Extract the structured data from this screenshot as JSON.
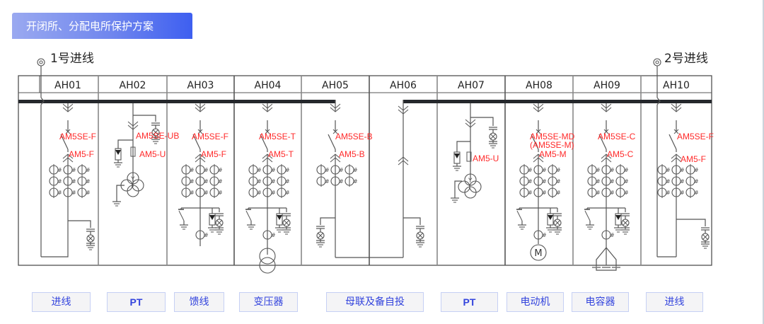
{
  "title": "开闭所、分配电所保护方案",
  "incoming": {
    "left_label": "1号进线",
    "right_label": "2号进线"
  },
  "cabinets": [
    {
      "id": "AH01",
      "relay_labels": [
        "AM5SE-F"
      ],
      "meter_label": "AM5-F",
      "type": "进线"
    },
    {
      "id": "AH02",
      "relay_labels": [
        "AM5SE-UB"
      ],
      "meter_label": "AM5-U",
      "type": "PT"
    },
    {
      "id": "AH03",
      "relay_labels": [
        "AM5SE-F"
      ],
      "meter_label": "AM5-F",
      "type": "馈线"
    },
    {
      "id": "AH04",
      "relay_labels": [
        "AM5SE-T"
      ],
      "meter_label": "AM5-T",
      "type": "变压器"
    },
    {
      "id": "AH05",
      "relay_labels": [
        "AM5SE-B"
      ],
      "meter_label": "AM5-B",
      "type": "母联及备自投"
    },
    {
      "id": "AH06",
      "relay_labels": [],
      "meter_label": "",
      "type": "母联及备自投"
    },
    {
      "id": "AH07",
      "relay_labels": [],
      "meter_label": "AM5-U",
      "type": "PT"
    },
    {
      "id": "AH08",
      "relay_labels": [
        "AM5SE-MD",
        "(AM5SE-M)"
      ],
      "meter_label": "AM5-M",
      "type": "电动机"
    },
    {
      "id": "AH09",
      "relay_labels": [
        "AM5SE-C"
      ],
      "meter_label": "AM5-C",
      "type": "电容器"
    },
    {
      "id": "AH10",
      "relay_labels": [
        "AM5SE-F"
      ],
      "meter_label": "AM5-F",
      "type": "进线"
    }
  ],
  "buttons": [
    {
      "label": "进线"
    },
    {
      "label": "PT"
    },
    {
      "label": "馈线"
    },
    {
      "label": "变压器"
    },
    {
      "label": "母联及备自投"
    },
    {
      "label": "PT"
    },
    {
      "label": "电动机"
    },
    {
      "label": "电容器"
    },
    {
      "label": "进线"
    }
  ],
  "motor_symbol": "M",
  "colors": {
    "label_red": "#ff2a2a",
    "line": "#555555",
    "busbar": "#25282c",
    "button_text": "#3344dd",
    "title_start": "#9aa9f0",
    "title_end": "#3e5ff0"
  }
}
